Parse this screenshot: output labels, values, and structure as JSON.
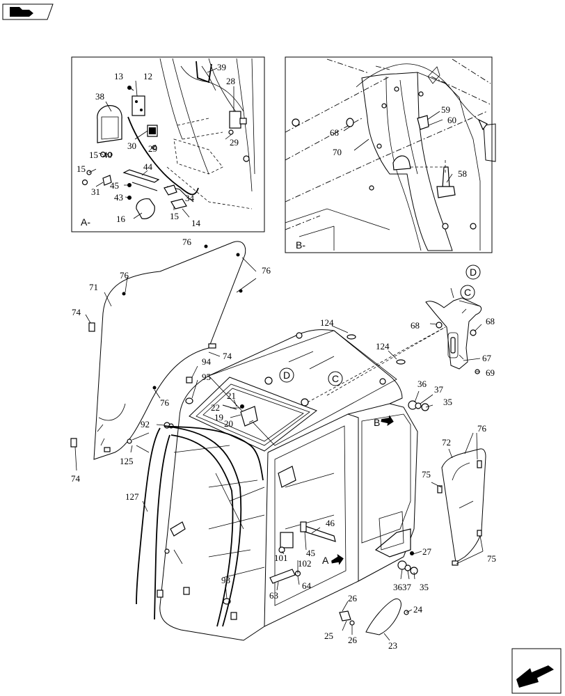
{
  "views": {
    "a_label": "A-",
    "b_label": "B-",
    "callout_d": "D",
    "callout_c": "C",
    "arrow_a": "A",
    "arrow_b": "B"
  },
  "callouts": [
    {
      "id": "c13",
      "t": "13"
    },
    {
      "id": "c12",
      "t": "12"
    },
    {
      "id": "c39",
      "t": "39"
    },
    {
      "id": "c38",
      "t": "38"
    },
    {
      "id": "c28",
      "t": "28"
    },
    {
      "id": "c15a",
      "t": "15"
    },
    {
      "id": "c40",
      "t": "40"
    },
    {
      "id": "c30",
      "t": "30"
    },
    {
      "id": "c29a",
      "t": "29"
    },
    {
      "id": "c29b",
      "t": "29"
    },
    {
      "id": "c15b",
      "t": "15"
    },
    {
      "id": "c44",
      "t": "44"
    },
    {
      "id": "c31",
      "t": "31"
    },
    {
      "id": "c45a",
      "t": "45"
    },
    {
      "id": "c43",
      "t": "43"
    },
    {
      "id": "c34",
      "t": "34"
    },
    {
      "id": "c16",
      "t": "16"
    },
    {
      "id": "c15c",
      "t": "15"
    },
    {
      "id": "c14",
      "t": "14"
    },
    {
      "id": "c59",
      "t": "59"
    },
    {
      "id": "c60",
      "t": "60"
    },
    {
      "id": "c68a",
      "t": "68"
    },
    {
      "id": "c70",
      "t": "70"
    },
    {
      "id": "c58",
      "t": "58"
    },
    {
      "id": "c76a",
      "t": "76"
    },
    {
      "id": "c76b",
      "t": "76"
    },
    {
      "id": "c76c",
      "t": "76"
    },
    {
      "id": "c71",
      "t": "71"
    },
    {
      "id": "c74a",
      "t": "74"
    },
    {
      "id": "c74b",
      "t": "74"
    },
    {
      "id": "c76d",
      "t": "76"
    },
    {
      "id": "c74c",
      "t": "74"
    },
    {
      "id": "c94",
      "t": "94"
    },
    {
      "id": "c95",
      "t": "95"
    },
    {
      "id": "c21",
      "t": "21"
    },
    {
      "id": "c22",
      "t": "22"
    },
    {
      "id": "c19",
      "t": "19"
    },
    {
      "id": "c20",
      "t": "20"
    },
    {
      "id": "c92",
      "t": "92"
    },
    {
      "id": "c125",
      "t": "125"
    },
    {
      "id": "c124a",
      "t": "124"
    },
    {
      "id": "c124b",
      "t": "124"
    },
    {
      "id": "c68b",
      "t": "68"
    },
    {
      "id": "c68c",
      "t": "68"
    },
    {
      "id": "c67",
      "t": "67"
    },
    {
      "id": "c69",
      "t": "69"
    },
    {
      "id": "c36a",
      "t": "36"
    },
    {
      "id": "c37a",
      "t": "37"
    },
    {
      "id": "c35a",
      "t": "35"
    },
    {
      "id": "c72",
      "t": "72"
    },
    {
      "id": "c76e",
      "t": "76"
    },
    {
      "id": "c75a",
      "t": "75"
    },
    {
      "id": "c75b",
      "t": "75"
    },
    {
      "id": "c127",
      "t": "127"
    },
    {
      "id": "c46",
      "t": "46"
    },
    {
      "id": "c45b",
      "t": "45"
    },
    {
      "id": "c101",
      "t": "101"
    },
    {
      "id": "c102",
      "t": "102"
    },
    {
      "id": "c27",
      "t": "27"
    },
    {
      "id": "c36b",
      "t": "36"
    },
    {
      "id": "c37b",
      "t": "37"
    },
    {
      "id": "c35b",
      "t": "35"
    },
    {
      "id": "c93",
      "t": "93"
    },
    {
      "id": "c64",
      "t": "64"
    },
    {
      "id": "c63",
      "t": "63"
    },
    {
      "id": "c26a",
      "t": "26"
    },
    {
      "id": "c24",
      "t": "24"
    },
    {
      "id": "c25",
      "t": "25"
    },
    {
      "id": "c26b",
      "t": "26"
    },
    {
      "id": "c23",
      "t": "23"
    }
  ]
}
